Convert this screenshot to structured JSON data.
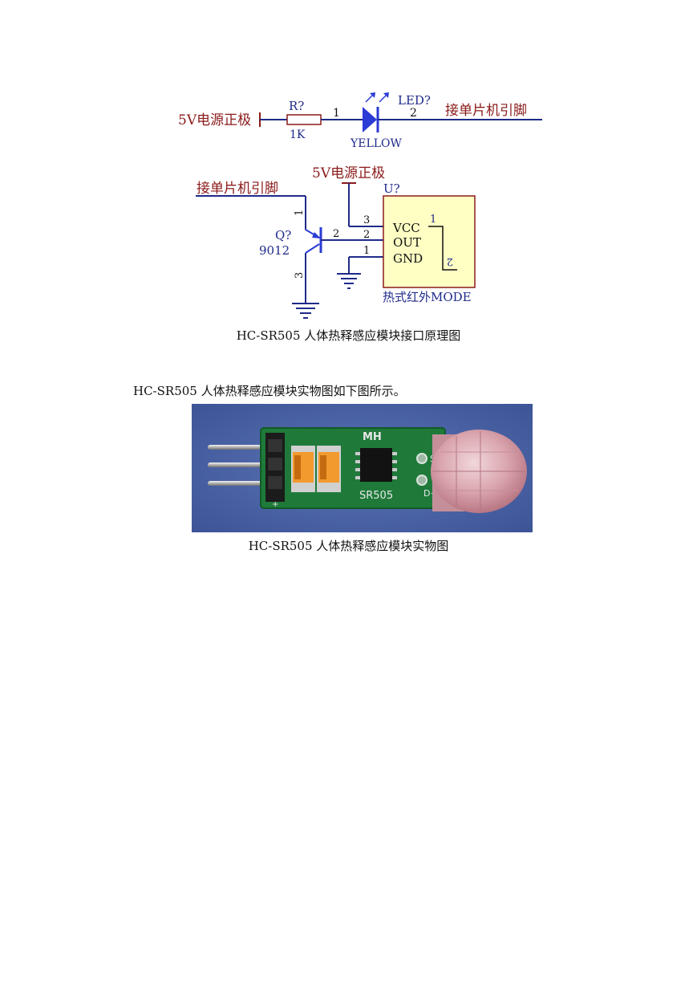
{
  "schematic": {
    "led_circuit": {
      "power_label": "5V电源正极",
      "resistor_ref": "R?",
      "resistor_value": "1K",
      "pin1_label": "1",
      "led_ref": "LED?",
      "pin2_label": "2",
      "led_color": "YELLOW",
      "mcu_pin_label": "接单片机引脚"
    },
    "sensor_circuit": {
      "mcu_pin_label": "接单片机引脚",
      "power_label": "5V电源正极",
      "module_ref": "U?",
      "transistor_ref": "Q?",
      "transistor_part": "9012",
      "q_pin_1": "1",
      "q_pin_2": "2",
      "q_pin_3": "3",
      "u_pin_3": "3",
      "u_pin_2": "2",
      "u_pin_1": "1",
      "vcc_label": "VCC",
      "out_label": "OUT",
      "gnd_label": "GND",
      "inner_label_1": "1",
      "inner_label_2": "2",
      "module_name": "热式红外MODE"
    }
  },
  "schematic_caption": "HC-SR505 人体热释感应模块接口原理图",
  "intro_text": "HC-SR505 人体热释感应模块实物图如下图所示。",
  "photo": {
    "board_brand": "MH",
    "board_model": "SR505",
    "pad_s": "S",
    "pad_d": "D+",
    "pad_plus": "+"
  },
  "photo_caption": "HC-SR505 人体热释感应模块实物图"
}
